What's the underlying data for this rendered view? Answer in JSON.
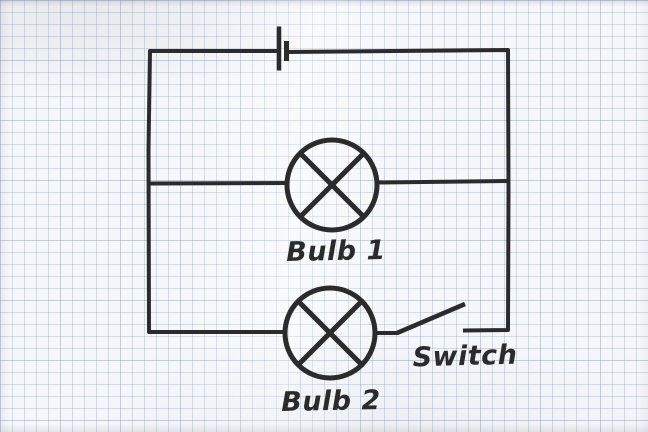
{
  "diagram": {
    "labels": {
      "bulb1": "Bulb 1",
      "bulb2": "Bulb 2",
      "switch": "Switch"
    },
    "components": [
      {
        "name": "battery-symbol"
      },
      {
        "name": "bulb-symbol",
        "label": "Bulb 1"
      },
      {
        "name": "bulb-symbol",
        "label": "Bulb 2"
      },
      {
        "name": "open-switch-symbol",
        "label": "Switch"
      }
    ],
    "colors": {
      "ink": "#2b2b2b",
      "paper": "#f6f7fa",
      "grid": "#c9d5e8"
    }
  }
}
